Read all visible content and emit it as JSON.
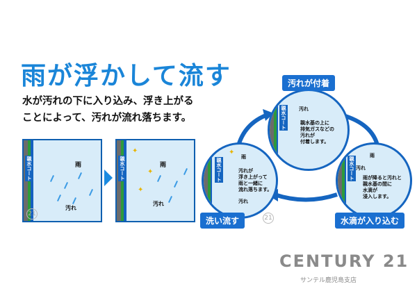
{
  "title": "雨が浮かして流す",
  "description": [
    "水が汚れの下に入り込み、浮き上がる",
    "ことによって、汚れが流れ落ちます。"
  ],
  "panels": {
    "left": {
      "coat": "親水コート",
      "rain": "雨",
      "dirt": "汚れ",
      "badge": "21"
    },
    "right": {
      "coat": "親水コート",
      "rain": "雨",
      "dirt": "汚れ"
    }
  },
  "cycle": {
    "top": {
      "stage": "汚れが付着",
      "coat": "親水コート",
      "dirt": "汚れ",
      "text": [
        "親水基の上に",
        "排気ガスなどの",
        "汚れが",
        "付着します。"
      ]
    },
    "left": {
      "stage": "洗い流す",
      "coat": "親水コート",
      "rain": "雨",
      "dirt": "汚れ",
      "badge": "21",
      "text": [
        "汚れが",
        "浮き上がって",
        "雨と一緒に",
        "流れ落ちます。"
      ]
    },
    "right": {
      "stage": "水滴が入り込む",
      "coat": "親水コート",
      "rain": "雨",
      "dirt": "汚れ",
      "text": [
        "雨が降ると汚れと",
        "親水基の間に",
        "水滴が",
        "浸入します。"
      ]
    }
  },
  "brand": {
    "logo": "CENTURY 21",
    "branch": "サンテル鹿児島支店"
  },
  "colors": {
    "accent": "#1a85d8",
    "deep": "#1565c0"
  }
}
